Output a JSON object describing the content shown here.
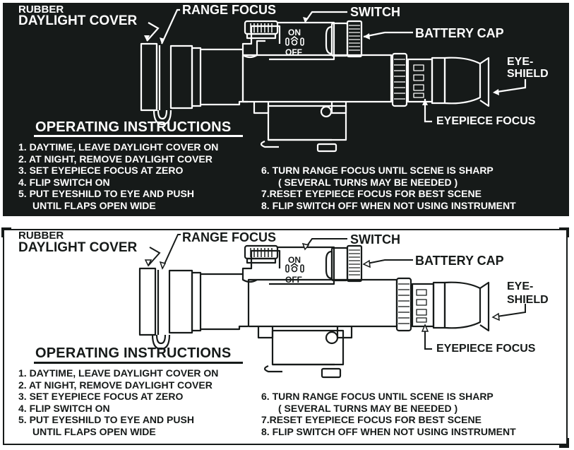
{
  "labels": {
    "rubber": "RUBBER",
    "daylight_cover": "DAYLIGHT COVER",
    "range_focus": "RANGE FOCUS",
    "switch": "SWITCH",
    "battery_cap": "BATTERY CAP",
    "eye": "EYE-",
    "shield": "SHIELD",
    "eyepiece_focus": "EYEPIECE FOCUS",
    "switch_on": "ON",
    "switch_off": "OFF"
  },
  "instructions": {
    "title": "OPERATING INSTRUCTIONS",
    "left_steps": [
      "1. DAYTIME, LEAVE DAYLIGHT COVER ON",
      "2. AT NIGHT, REMOVE DAYLIGHT COVER",
      "3. SET EYEPIECE FOCUS AT ZERO",
      "4. FLIP SWITCH ON",
      "5. PUT EYESHILD TO EYE AND PUSH",
      "UNTIL FLAPS OPEN WIDE"
    ],
    "right_steps": [
      "6. TURN RANGE FOCUS UNTIL SCENE IS SHARP",
      "( SEVERAL TURNS MAY BE NEEDED )",
      "7.RESET EYEPIECE FOCUS FOR BEST SCENE",
      "8. FLIP SWITCH OFF WHEN NOT USING INSTRUMENT"
    ]
  },
  "colors": {
    "dark_background": "#161a19",
    "light_background": "#ffffff"
  }
}
